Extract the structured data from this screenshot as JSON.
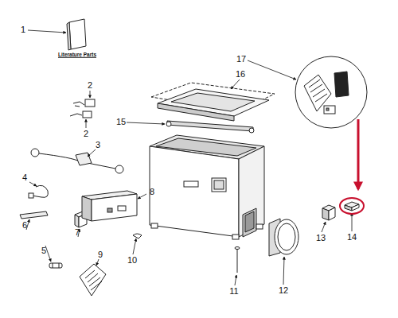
{
  "diagram": {
    "labels": [
      "1",
      "Literature Parts",
      "2",
      "2",
      "3",
      "4",
      "5",
      "6",
      "7",
      "8",
      "9",
      "10",
      "11",
      "12",
      "13",
      "14",
      "15",
      "16",
      "17"
    ]
  }
}
